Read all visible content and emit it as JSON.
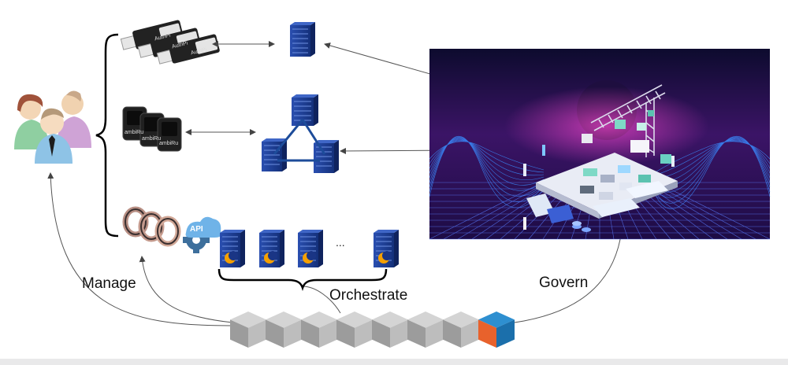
{
  "labels": {
    "manage": "Manage",
    "orchestrate": "Orchestrate",
    "govern": "Govern",
    "ellipsis": "...",
    "api": "API"
  },
  "devices": {
    "usb_key_text": "AuthPi",
    "wallet_text": "ambiRu"
  },
  "colors": {
    "server_blue": "#1c3b8f",
    "server_light": "#3f66c6",
    "cube_gray": "#b9b9b9",
    "cube_blue": "#2e8fd0",
    "cube_orange": "#e8622c",
    "moon_orange": "#f5a000",
    "connector": "#555555",
    "cyber_bg": "#1a0b3f"
  },
  "icons": [
    "people-icon",
    "usb-key-icon",
    "wallet-device-icon",
    "smart-ring-icon",
    "api-gear-icon",
    "server-icon",
    "blockchain-cube-icon",
    "metaverse-construction-image"
  ]
}
